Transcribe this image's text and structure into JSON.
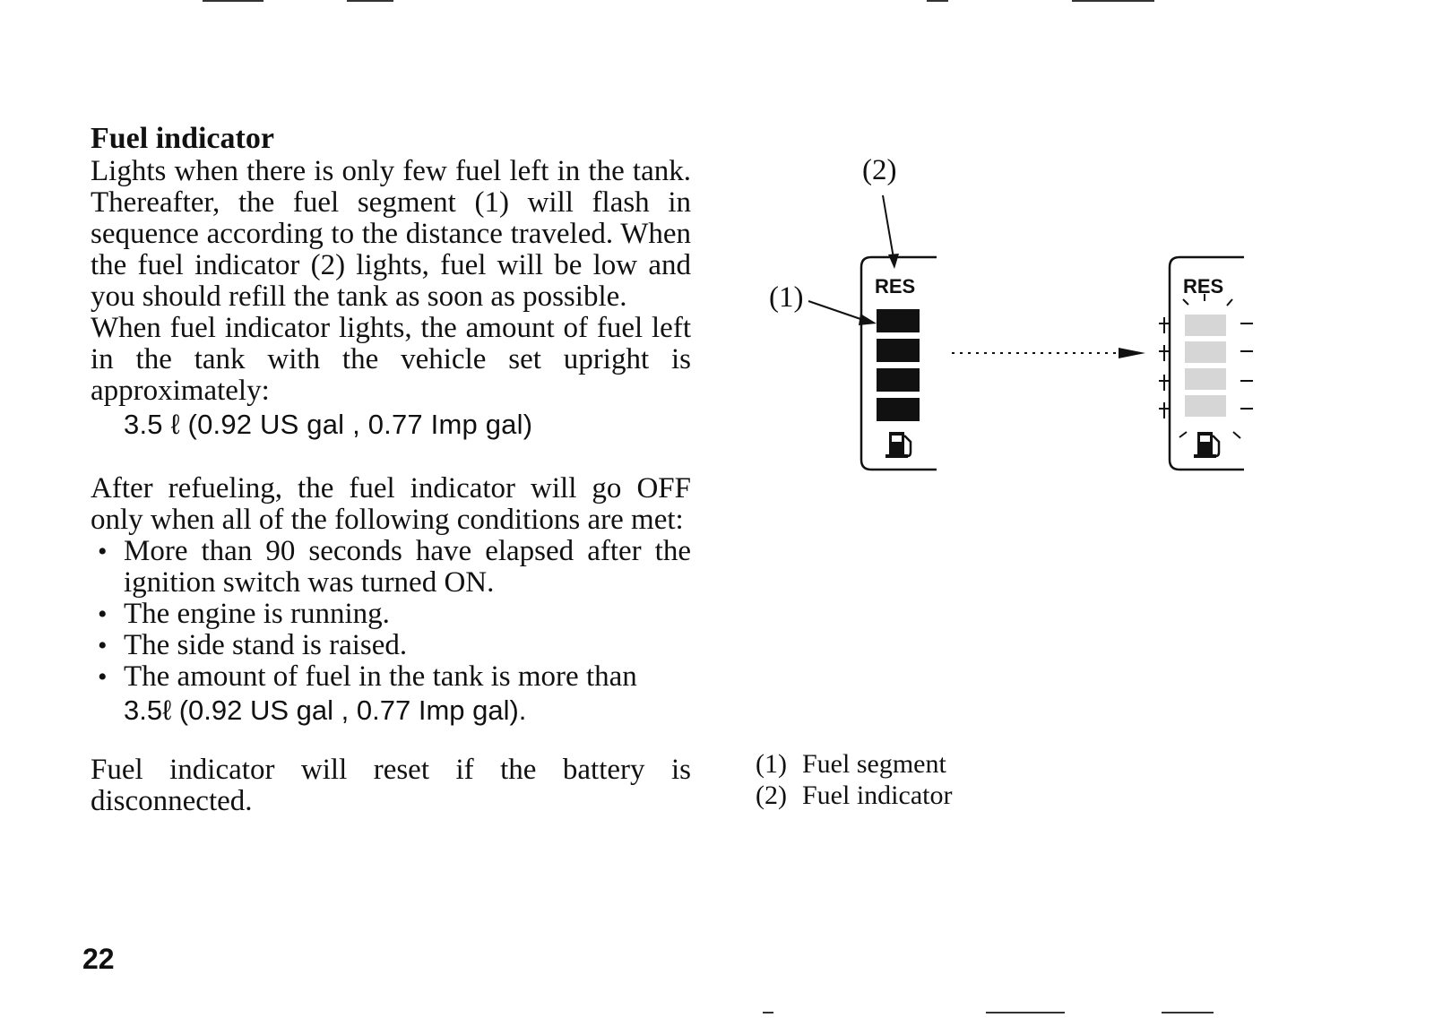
{
  "heading": "Fuel indicator",
  "para1": "Lights when there is only few fuel left in the tank. Thereafter, the fuel segment (1) will flash in sequence according to the distance traveled. When the fuel indicator (2) lights, fuel will be low and you should refill the tank as soon as possible.",
  "para2": "When fuel indicator lights, the amount of fuel left in the tank with the vehicle set upright is approximately:",
  "spec1": "3.5 ℓ (0.92 US gal , 0.77 Imp gal)",
  "para3": "After refueling, the fuel indicator will go OFF only when all of the following conditions are met:",
  "conditions": [
    "More than 90 seconds have elapsed after the ignition switch was turned ON.",
    "The engine is running.",
    "The side stand is raised.",
    "The amount of fuel in the tank is more than"
  ],
  "spec2": "3.5ℓ (0.92 US gal , 0.77 Imp gal).",
  "para4": "Fuel indicator will reset if the battery is disconnected.",
  "page_number": "22",
  "figure": {
    "callout_1": "(1)",
    "callout_2": "(2)",
    "display_label_left": "RES",
    "display_label_right": "RES",
    "fuel_pump_icon": "fuel-pump-icon",
    "segments_lit": 4,
    "segments_total": 4
  },
  "legend": [
    {
      "num": "(1)",
      "label": "Fuel segment"
    },
    {
      "num": "(2)",
      "label": "Fuel indicator"
    }
  ]
}
